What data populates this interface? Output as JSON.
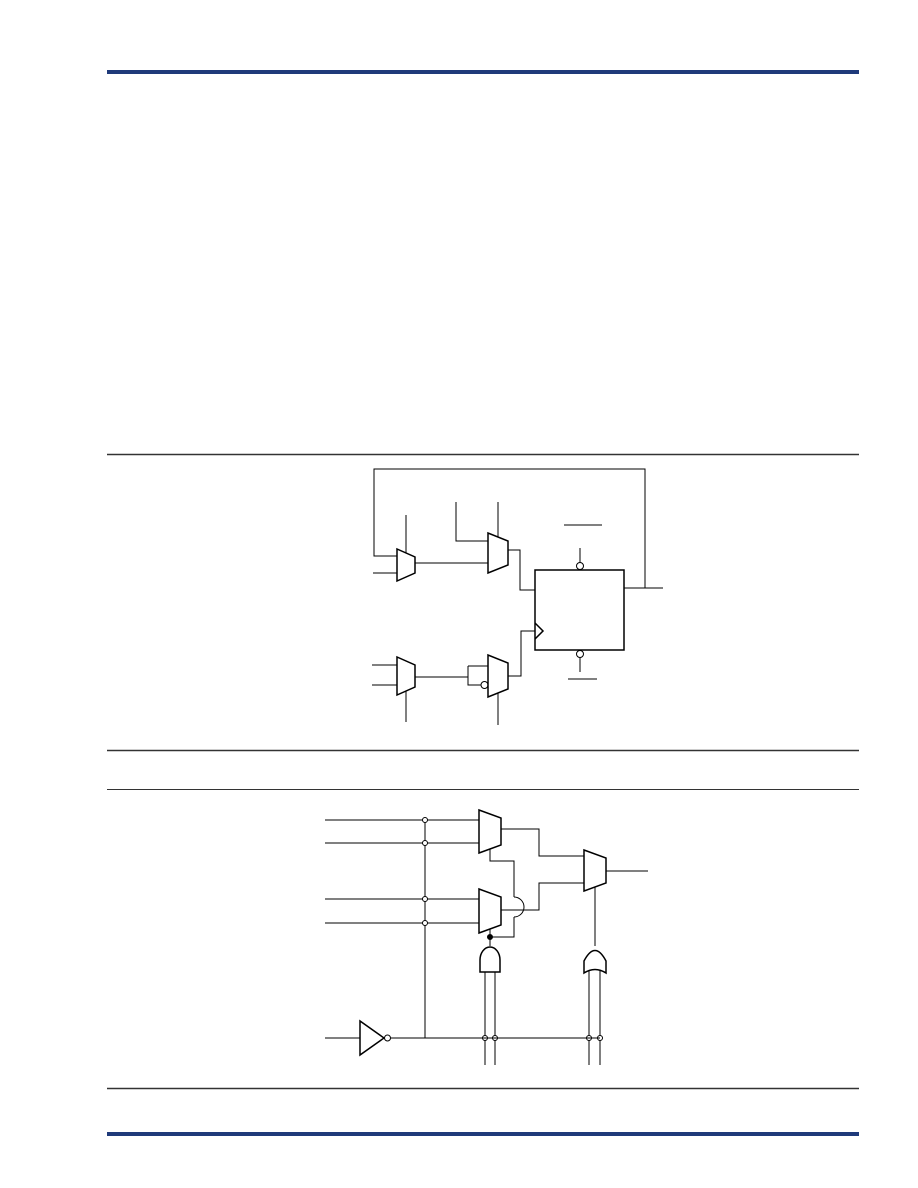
{
  "colors": {
    "rule_blue": "#1f3a7a",
    "rule_gray": "#333333",
    "ink": "#000000",
    "paper": "#ffffff"
  },
  "figures": [
    {
      "name": "sequential-logic-module",
      "components": [
        "input-mux-1",
        "input-mux-2",
        "clock-mux-1",
        "clock-mux-2",
        "d-flip-flop",
        "feedback-loop",
        "preset-bar",
        "clear-bar"
      ]
    },
    {
      "name": "combinatorial-logic-module",
      "components": [
        "mux-upper",
        "mux-lower",
        "mux-output",
        "and-gate",
        "or-gate",
        "inverter-buffer"
      ]
    }
  ]
}
